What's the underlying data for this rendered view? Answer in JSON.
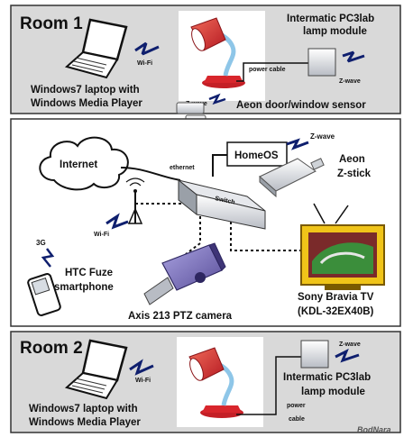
{
  "room1": {
    "title": "Room 1",
    "lamp_module_line1": "Intermatic PC3lab",
    "lamp_module_line2": "lamp module",
    "power_cable": "power cable",
    "zwave": "Z-wave",
    "wifi": "Wi-Fi",
    "laptop_line1": "Windows7 laptop with",
    "laptop_line2": "Windows Media Player",
    "sensor_zwave": "Z-wave",
    "sensor_label": "Aeon door/window sensor"
  },
  "network": {
    "internet": "Internet",
    "ethernet": "ethernet",
    "homeos": "HomeOS",
    "stick_zwave": "Z-wave",
    "stick_line1": "Aeon",
    "stick_line2": "Z-stick",
    "switch_label": "Switch",
    "wifi": "Wi-Fi",
    "threeg": "3G",
    "phone_line1": "HTC Fuze",
    "phone_line2": "smartphone",
    "camera": "Axis 213 PTZ camera",
    "tv_line1": "Sony Bravia TV",
    "tv_line2": "(KDL-32EX40B)"
  },
  "room2": {
    "title": "Room 2",
    "wifi": "Wi-Fi",
    "laptop_line1": "Windows7 laptop with",
    "laptop_line2": "Windows Media Player",
    "zwave": "Z-wave",
    "lamp_module_line1": "Intermatic PC3lab",
    "lamp_module_line2": "lamp module",
    "power": "power",
    "cable": "cable"
  },
  "watermark": "BodNara",
  "colors": {
    "room_bg": "#d9d9d9",
    "lamp_red": "#d8262c",
    "lamp_arm": "#8ec6e8",
    "bolt": "#0f1f6e",
    "tv_yellow": "#f0c419",
    "camera_purple": "#7b6fb8"
  }
}
